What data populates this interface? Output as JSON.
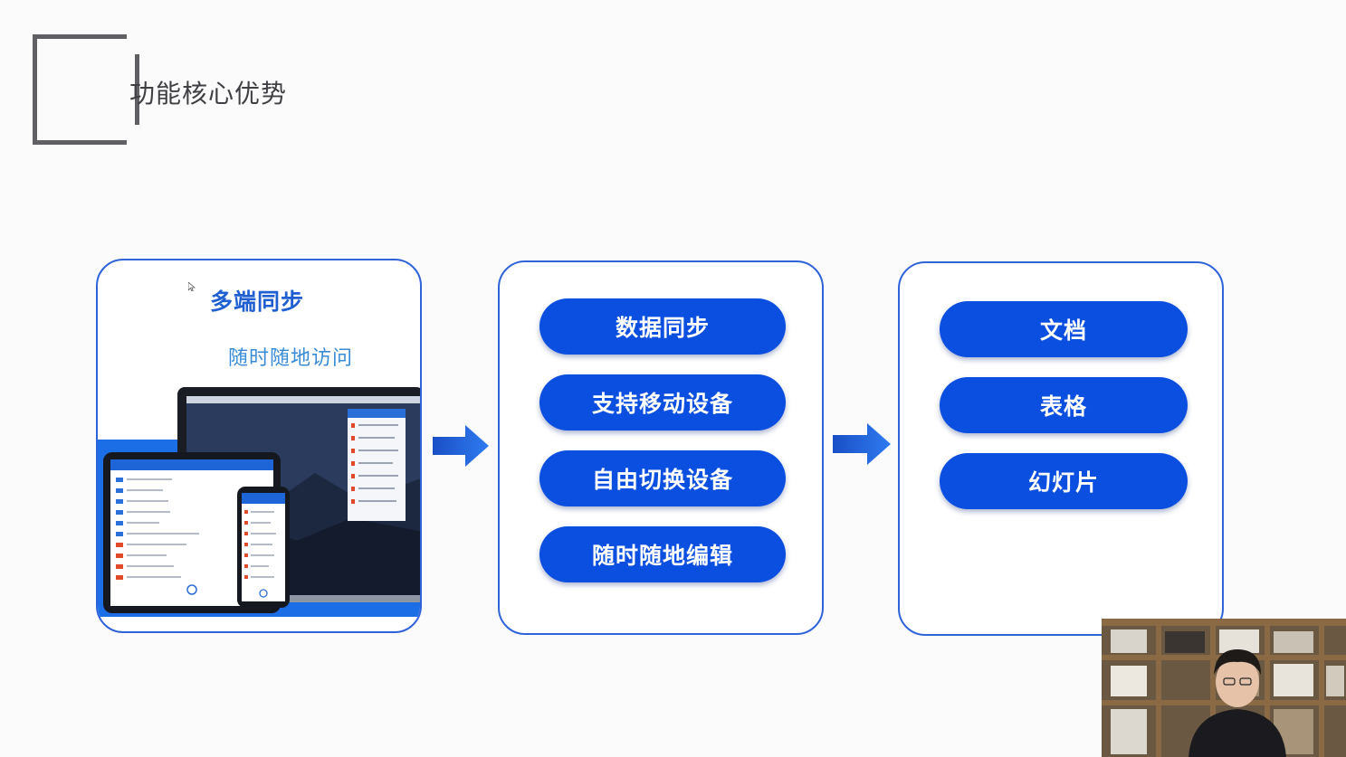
{
  "slide": {
    "title": "功能核心优势"
  },
  "card1": {
    "title": "多端同步",
    "subtitle": "随时随地访问"
  },
  "card2": {
    "items": [
      "数据同步",
      "支持移动设备",
      "自由切换设备",
      "随时随地编辑"
    ]
  },
  "card3": {
    "items": [
      "文档",
      "表格",
      "幻灯片"
    ]
  },
  "colors": {
    "accent": "#0b4fe0",
    "card_border": "#2f63d8",
    "title_blue": "#1f5fd2",
    "subtitle_blue": "#3a8bd6",
    "bracket": "#5f5f64"
  },
  "icons": {
    "arrow": "arrow-right-icon",
    "cursor": "mouse-pointer-icon"
  }
}
